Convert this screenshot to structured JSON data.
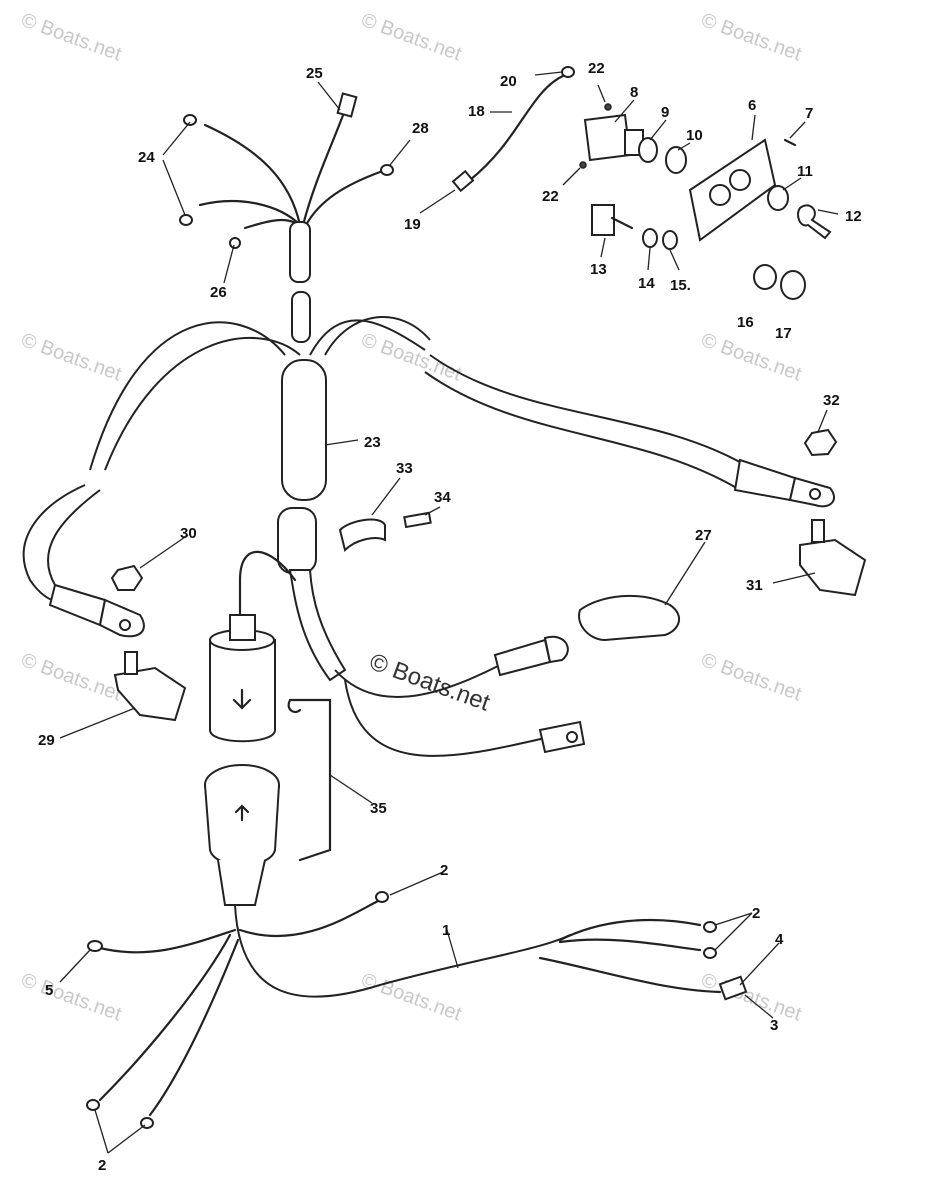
{
  "watermark": {
    "text": "© Boats.net",
    "center_text": "© Boats.net"
  },
  "callouts": [
    {
      "id": "c25",
      "text": "25"
    },
    {
      "id": "c24",
      "text": "24"
    },
    {
      "id": "c28",
      "text": "28"
    },
    {
      "id": "c26",
      "text": "26"
    },
    {
      "id": "c20",
      "text": "20"
    },
    {
      "id": "c18",
      "text": "18"
    },
    {
      "id": "c19",
      "text": "19"
    },
    {
      "id": "c22a",
      "text": "22"
    },
    {
      "id": "c22b",
      "text": "22"
    },
    {
      "id": "c8",
      "text": "8"
    },
    {
      "id": "c9",
      "text": "9"
    },
    {
      "id": "c10",
      "text": "10"
    },
    {
      "id": "c6",
      "text": "6"
    },
    {
      "id": "c7",
      "text": "7"
    },
    {
      "id": "c11",
      "text": "11"
    },
    {
      "id": "c12",
      "text": "12"
    },
    {
      "id": "c13",
      "text": "13"
    },
    {
      "id": "c14",
      "text": "14"
    },
    {
      "id": "c15",
      "text": "15."
    },
    {
      "id": "c16",
      "text": "16"
    },
    {
      "id": "c17",
      "text": "17"
    },
    {
      "id": "c32",
      "text": "32"
    },
    {
      "id": "c23",
      "text": "23"
    },
    {
      "id": "c33",
      "text": "33"
    },
    {
      "id": "c34",
      "text": "34"
    },
    {
      "id": "c30",
      "text": "30"
    },
    {
      "id": "c27",
      "text": "27"
    },
    {
      "id": "c31",
      "text": "31"
    },
    {
      "id": "c29",
      "text": "29"
    },
    {
      "id": "c35",
      "text": "35"
    },
    {
      "id": "c2a",
      "text": "2"
    },
    {
      "id": "c1",
      "text": "1"
    },
    {
      "id": "c2b",
      "text": "2"
    },
    {
      "id": "c4",
      "text": "4"
    },
    {
      "id": "c5",
      "text": "5"
    },
    {
      "id": "c3",
      "text": "3"
    },
    {
      "id": "c2c",
      "text": "2"
    }
  ]
}
